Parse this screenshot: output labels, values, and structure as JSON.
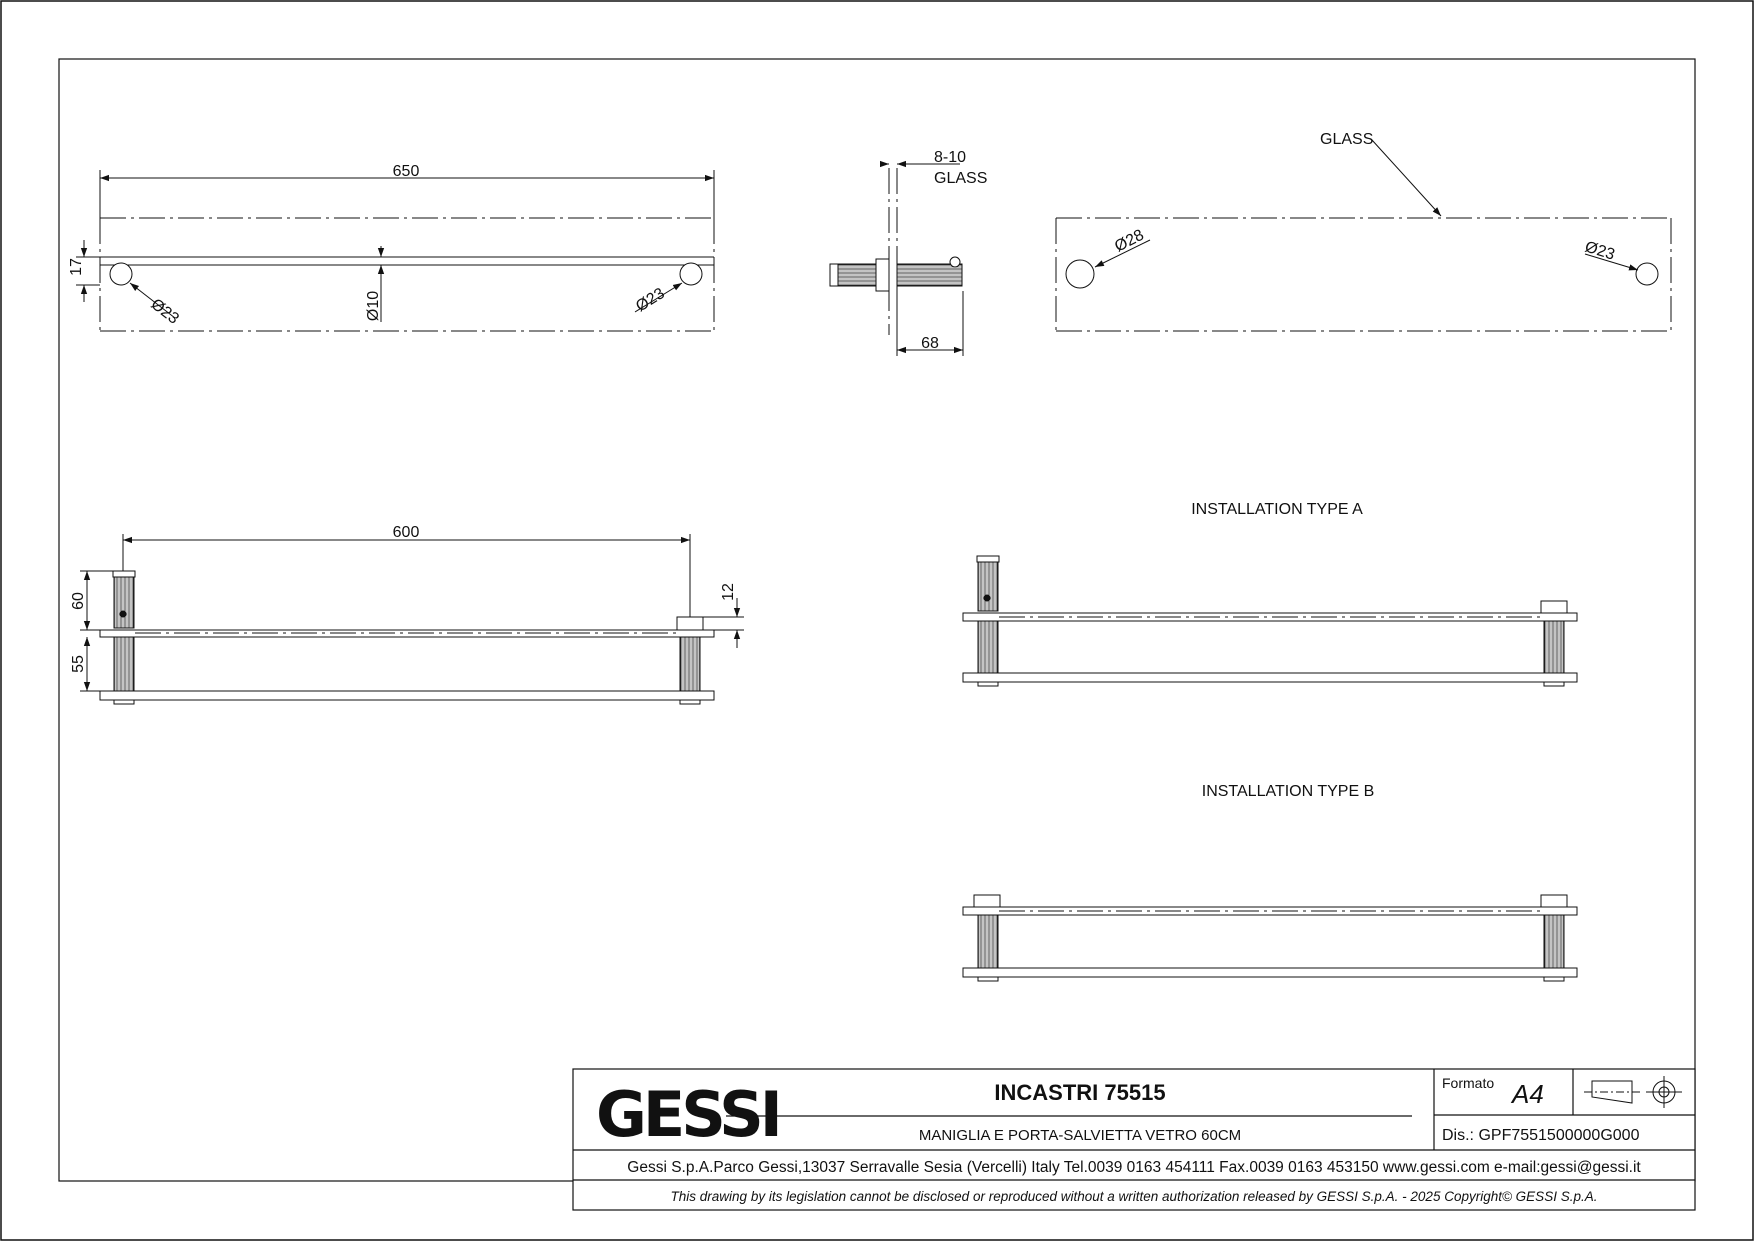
{
  "dimensions": {
    "top_length": "650",
    "top_height": "17",
    "top_dia_left": "Ø23",
    "top_dia_right": "Ø23",
    "top_dia_center": "Ø10",
    "side_glass_thickness": "8-10",
    "side_glass_label": "GLASS",
    "side_depth": "68",
    "glass_view_label": "GLASS",
    "glass_view_dia_left": "Ø28",
    "glass_view_dia_right": "Ø23",
    "front_length": "600",
    "front_height_upper": "60",
    "front_height_lower": "55",
    "front_cap": "12"
  },
  "installations": {
    "type_a": "INSTALLATION TYPE A",
    "type_b": "INSTALLATION TYPE B"
  },
  "title_block": {
    "brand": "GESSI",
    "product_title": "INCASTRI 75515",
    "product_subtitle": "MANIGLIA E PORTA-SALVIETTA VETRO 60CM",
    "formato_label": "Formato",
    "formato_value": "A4",
    "drawing_number": "Dis.: GPF7551500000G000",
    "company_info": "Gessi S.p.A.Parco Gessi,13037 Serravalle Sesia (Vercelli) Italy Tel.0039 0163 454111 Fax.0039 0163 453150 www.gessi.com e-mail:gessi@gessi.it",
    "legal_note": "This drawing by its legislation cannot be disclosed or reproduced without a written authorization released by GESSI S.p.A. - 2025 Copyright© GESSI S.p.A."
  }
}
